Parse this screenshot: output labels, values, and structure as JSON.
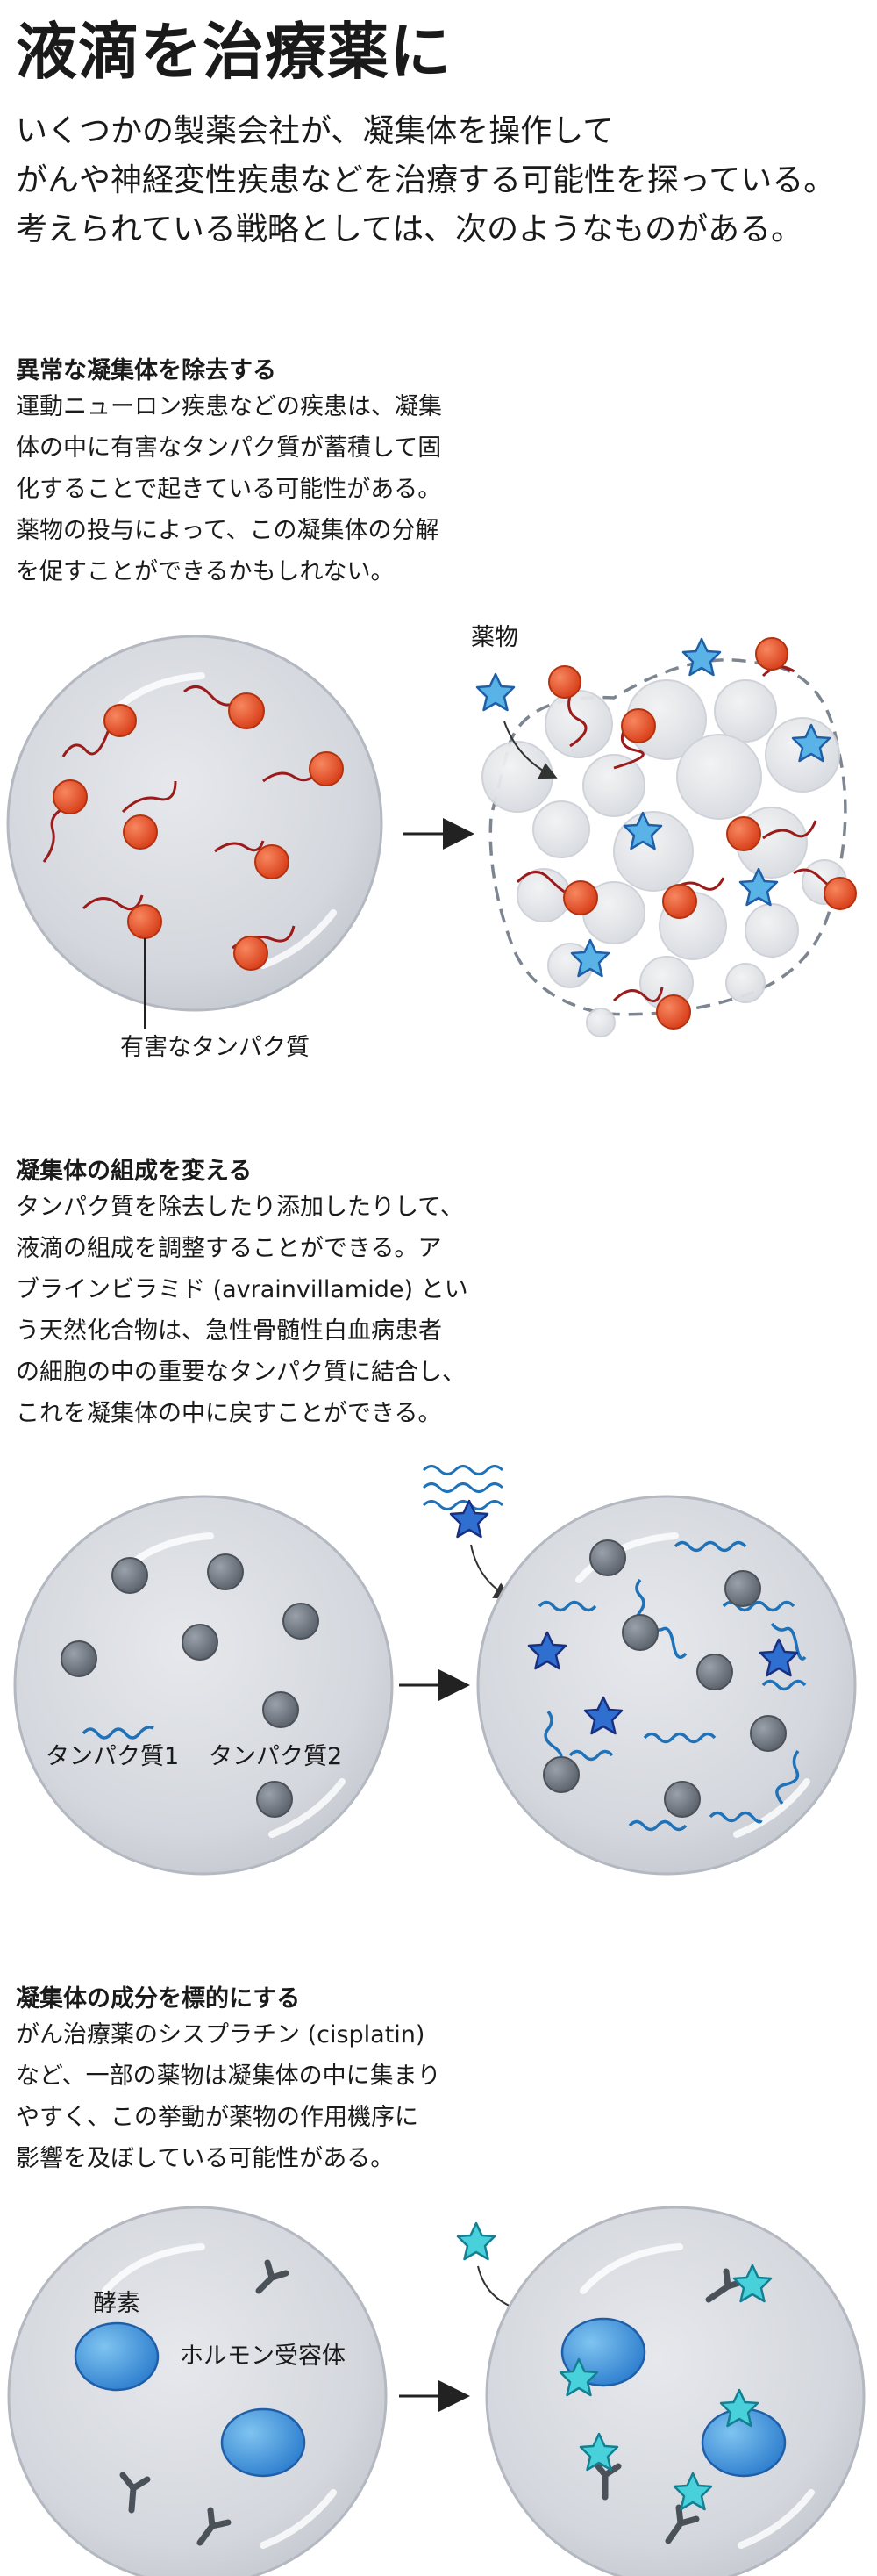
{
  "title": "液滴を治療薬に",
  "intro": [
    "いくつかの製薬会社が、凝集体を操作して",
    "がんや神経変性疾患などを治療する可能性を探っている。",
    "考えられている戦略としては、次のようなものがある。"
  ],
  "sections": [
    {
      "title": "異常な凝集体を除去する",
      "body": [
        "運動ニューロン疾患などの疾患は、凝集",
        "体の中に有害なタンパク質が蓄積して固",
        "化することで起きている可能性がある。",
        "薬物の投与によって、この凝集体の分解",
        "を促すことができるかもしれない。"
      ],
      "labels": {
        "drug": "薬物",
        "harmful_protein": "有害なタンパク質"
      }
    },
    {
      "title": "凝集体の組成を変える",
      "body": [
        "タンパク質を除去したり添加したりして、",
        "液滴の組成を調整することができる。ア",
        "ブラインビラミド (avrainvillamide) とい",
        "う天然化合物は、急性骨髄性白血病患者",
        "の細胞の中の重要なタンパク質に結合し、",
        "これを凝集体の中に戻すことができる。"
      ],
      "labels": {
        "protein1": "タンパク質1",
        "protein2": "タンパク質2"
      }
    },
    {
      "title": "凝集体の成分を標的にする",
      "body": [
        "がん治療薬のシスプラチン (cisplatin)",
        "など、一部の薬物は凝集体の中に集まり",
        "やすく、この挙動が薬物の作用機序に",
        "影響を及ぼしている可能性がある。"
      ],
      "labels": {
        "enzyme": "酵素",
        "hormone_receptor": "ホルモン受容体"
      }
    }
  ],
  "colors": {
    "droplet_fill": "#d5d8de",
    "droplet_edge": "#b9bec8",
    "protein_orange": "#e8532b",
    "wire_red": "#9b1b1b",
    "star_light_blue": "#4aa8e0",
    "star_dark_blue": "#2a62b8",
    "star_teal": "#3ec9d6",
    "gray_ball": "#737b85",
    "wavy_blue": "#1f72b8",
    "enzyme_blue": "#3b8fd9"
  }
}
